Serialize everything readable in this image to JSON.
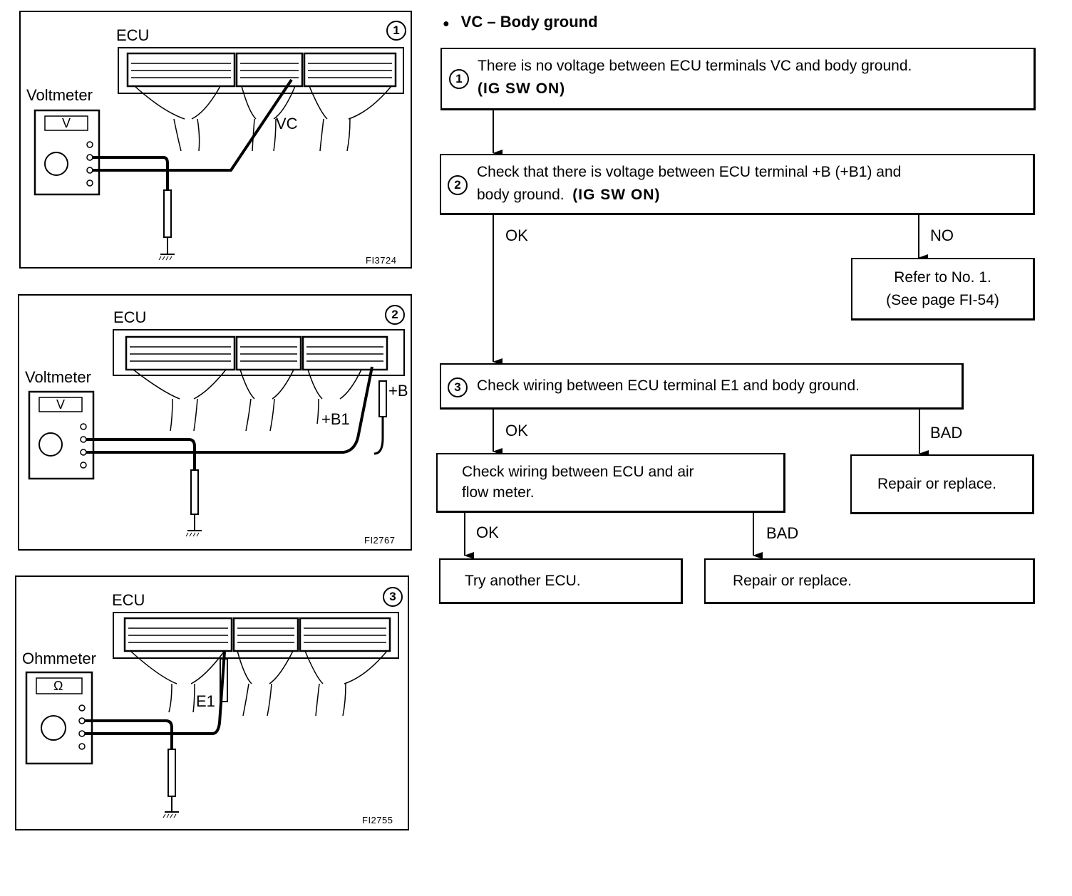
{
  "heading": {
    "bullet": "●",
    "text": "VC – Body ground"
  },
  "diagrams": [
    {
      "number": "1",
      "unit_label": "ECU",
      "meter_label": "Voltmeter",
      "meter_symbol": "V",
      "probe_labels": [
        "VC"
      ],
      "figure_code": "FI3724"
    },
    {
      "number": "2",
      "unit_label": "ECU",
      "meter_label": "Voltmeter",
      "meter_symbol": "V",
      "probe_labels": [
        "+B1",
        "+B"
      ],
      "figure_code": "FI2767"
    },
    {
      "number": "3",
      "unit_label": "ECU",
      "meter_label": "Ohmmeter",
      "meter_symbol": "Ω",
      "probe_labels": [
        "E1"
      ],
      "figure_code": "FI2755"
    }
  ],
  "flowchart": {
    "step1": {
      "number": "1",
      "text": "There is no voltage between ECU terminals VC and body ground.",
      "condition": "(IG SW ON)"
    },
    "step2": {
      "number": "2",
      "text_line1": "Check that there is voltage between ECU terminal +B (+B1) and",
      "text_line2": "body ground.",
      "condition": "(IG SW ON)"
    },
    "step2_ok": "OK",
    "step2_no": "NO",
    "refer": {
      "line1": "Refer to No. 1.",
      "line2": "(See page FI-54)"
    },
    "step3": {
      "number": "3",
      "text": "Check wiring between ECU terminal E1 and body ground."
    },
    "step3_ok": "OK",
    "step3_bad": "BAD",
    "repair1": "Repair or replace.",
    "check_afm": {
      "line1": "Check wiring between ECU and air",
      "line2": "flow meter."
    },
    "afm_ok": "OK",
    "afm_bad": "BAD",
    "try_ecu": "Try another ECU.",
    "repair2": "Repair or replace."
  }
}
